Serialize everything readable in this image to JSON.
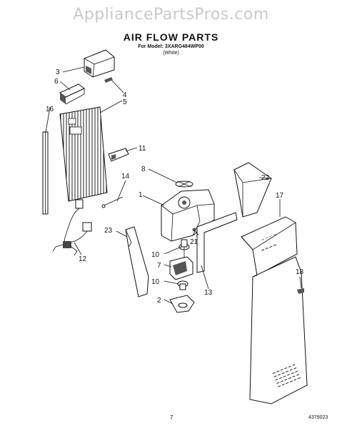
{
  "watermark": "AppliancePartsPros.com",
  "title": "AIR FLOW PARTS",
  "model": "For Model: 3XARG484WP00",
  "color_note": "(White)",
  "page_number": "7",
  "doc_code": "4379023",
  "callouts": {
    "c1": "1",
    "c2": "2",
    "c3": "3",
    "c4": "4",
    "c5": "5",
    "c6": "6",
    "c7": "7",
    "c8": "8",
    "c10a": "10",
    "c10b": "10",
    "c11": "11",
    "c12": "12",
    "c13": "13",
    "c14": "14",
    "c16": "16",
    "c17": "17",
    "c18": "18",
    "c21": "21",
    "c22": "22",
    "c23": "23"
  }
}
